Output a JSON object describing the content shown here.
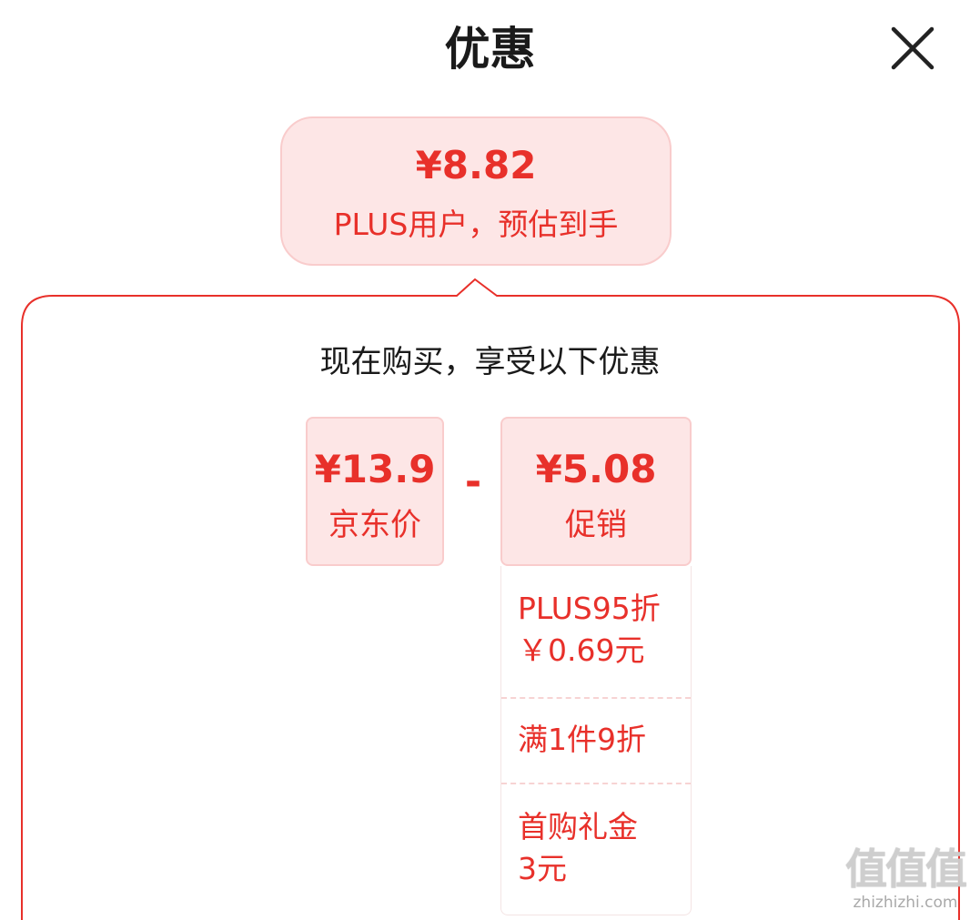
{
  "dialog": {
    "title": "优惠",
    "close_icon": "close-icon"
  },
  "estimate": {
    "price": "¥8.82",
    "label": "PLUS用户，预估到手"
  },
  "breakdown": {
    "heading": "现在购买，享受以下优惠",
    "jd_price": {
      "price": "¥13.9",
      "label": "京东价"
    },
    "operator": "-",
    "promotion": {
      "price": "¥5.08",
      "label": "促销"
    },
    "promotion_items": [
      {
        "line1": "PLUS95折",
        "line2": "￥0.69元"
      },
      {
        "line1": "满1件9折",
        "line2": ""
      },
      {
        "line1": "首购礼金",
        "line2": "3元"
      }
    ]
  },
  "watermark": {
    "logo": "值值值",
    "url": "zhizhizhi.com"
  },
  "colors": {
    "accent": "#e8302a",
    "pill_bg": "#fde6e6",
    "pill_border": "#f9cccc",
    "text_dark": "#1a1a1a"
  }
}
